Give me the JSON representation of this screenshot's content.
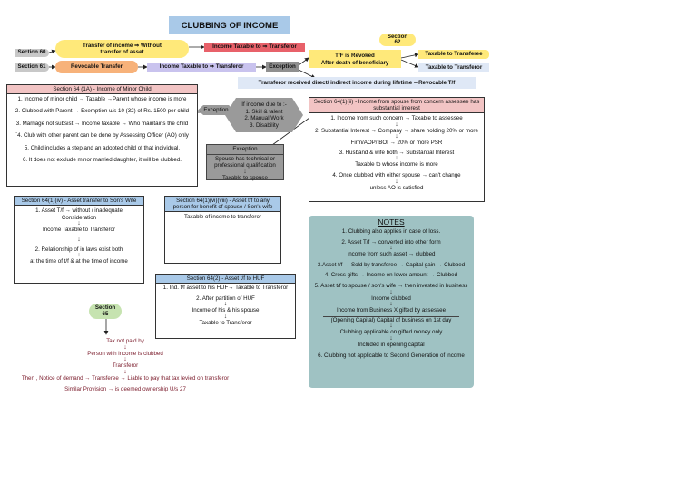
{
  "title": "CLUBBING OF INCOME",
  "colors": {
    "title_bg": "#a9c9e8",
    "yellow": "#ffe97a",
    "orange": "#f7b27a",
    "pink_red": "#e8616a",
    "lavender": "#c9c3ee",
    "grey": "#9a9a9a",
    "light_blue": "#dfe8f6",
    "notes_bg": "#9fc2c3",
    "green": "#c6e3b0",
    "sec_header_pink": "#f2c4c4",
    "sec_header_blue": "#a9c9e8"
  },
  "top": {
    "section60": "Section 60",
    "section61": "Section 61",
    "transfer_without": "Transfer of income  ⇒ Without transfer of asset",
    "revocable": "Revocable Transfer",
    "income_taxable_1": "Income Taxable to ⇒ Transferor",
    "income_taxable_2": "Income Taxable to ⇒ Transferor",
    "exception": "Exception",
    "revoked_l1": "T/F is Revoked",
    "revoked_l2": "After death of  beneficiary",
    "section62": "Section 62",
    "taxable_transferee": "Taxable to Transferee",
    "taxable_transferor": "Taxable to Transferor",
    "received_note": "Transferor received direct/ indirect income during lifetime ⇒Revocable T/f"
  },
  "sec64_1a": {
    "header": "Section 64 (1A) - Income of Minor Child",
    "items": [
      "1. Income of minor child  → Taxable →Parent whose income is more",
      "2. Clubbed with Parent → Exemption u/s 10 (32) of Rs. 1500 per child",
      "3. Marriage not subsist → Income taxable → Who maintains the child",
      "`4. Club with other parent can be done by Assessing Officer (AO) only",
      "5. Child includes a step and an adopted child of that individual.",
      "6. It does not exclude minor married daughter,  it will be clubbed."
    ]
  },
  "exception_skill": {
    "label": "Exception",
    "intro": "If income due to :-",
    "items": [
      "1. Skill & talent",
      "2. Manual Work",
      "3. Disability"
    ]
  },
  "exception_spouse": {
    "label": "Exception",
    "text": "Spouse has technical or professional qualification",
    "result": "Taxable to spouse"
  },
  "sec64_1ii": {
    "header": "Section 64(1)(ii) - Income from spouse from concern assessee has substantial interest",
    "items": [
      "1. Income from such concern → Taxable to assessee",
      "2. Substantial Interest → Company → share holding 20% or more",
      "Firm/AOP/ BOI → 20% or more PSR",
      "3. Husband & wife both → Substantial Interest",
      "Taxable to whose income is more",
      "4. Once clubbed with either spouse → can't change",
      "unless AO is satisfied"
    ]
  },
  "sec64_1iv": {
    "header": "Section 64(1)(iv) - Asset transfer to Son's Wife",
    "items": [
      "1. Asset T/f → without / inadequate Consideration",
      "Income Taxable to Transferor",
      "2. Relationship of in laws exist both",
      "at the time of t/f & at the time of income"
    ]
  },
  "sec64_1vii": {
    "header": "Section 64(1)(vi)(viii) - Asset t/f to any person for benefit of spouse / Son's wife",
    "text": "Taxable of income to transferor"
  },
  "sec64_2": {
    "header": "Section 64(2) - Asset t/f to HUF",
    "items": [
      "1. Ind. t/f  asset to his HUF→ Taxable to Transferor",
      "2.   After partition of HUF",
      "Income of his & his spouse",
      "Taxable to Transferor"
    ]
  },
  "sec65": {
    "label": "Section 65",
    "lines": [
      "Tax not paid by",
      "Person with income is clubbed",
      "Transferor",
      "Then , Notice of demand → Transferee →  Liable to pay that tax levied on transferor",
      "Similar Provision → is deemed ownership U/s 27"
    ]
  },
  "notes": {
    "title": "NOTES",
    "items": [
      "1. Clubbing also applies in case of loss.",
      "2. Asset T/f → converted into other form",
      "Income from such asset → clubbed",
      "3.Asset t/f →  Sold by transferee →  Capital gain → Clubbed",
      "4. Cross gifts →  Income on lower amount →  Clubbed",
      "5. Asset t/f to spouse / son's wife → then invested in business",
      "Income clubbed",
      "Income from Business X gifted by assessee",
      "(Opening Capital) Capital of business on 1st day",
      "Clubbing applicable on gifted money only",
      "Included in opening capital",
      "6. Clubbing not applicable to Second Generation of income"
    ]
  }
}
